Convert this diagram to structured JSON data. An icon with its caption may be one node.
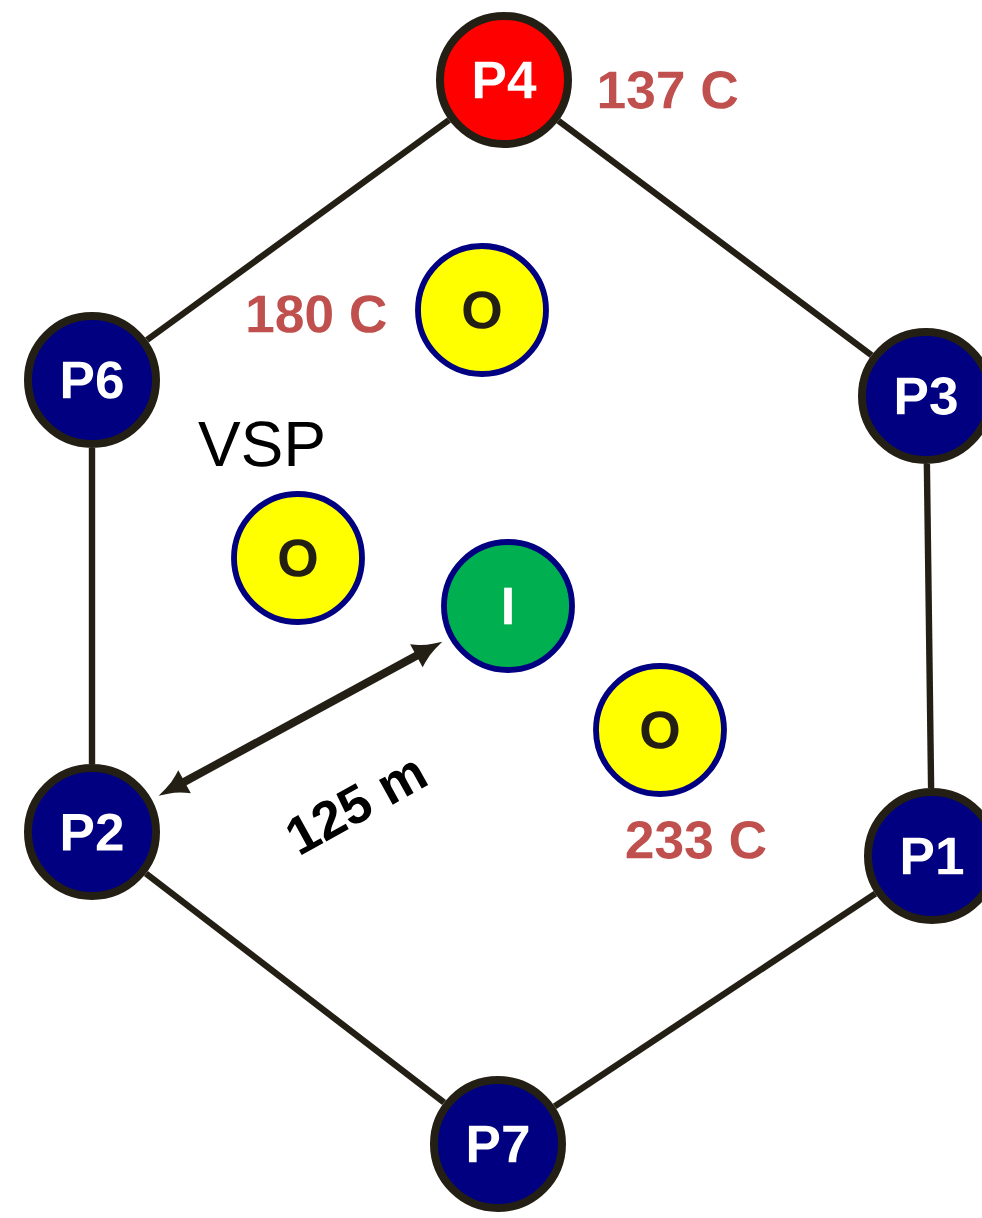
{
  "diagram": {
    "nodes": [
      {
        "text": [
          "P4"
        ],
        "beside": [
          "137 C"
        ]
      },
      {
        "text": [
          "P6"
        ]
      },
      {
        "text": [
          "P3"
        ]
      },
      {
        "text": [
          "O"
        ],
        "beside": [
          "180 C"
        ]
      },
      {
        "text": [
          "O"
        ]
      },
      {
        "text": [
          "I"
        ]
      },
      {
        "text": [
          "O"
        ],
        "beside": [
          "233 C"
        ]
      },
      {
        "text": [
          "P2"
        ]
      },
      {
        "text": [
          "P1"
        ]
      },
      {
        "text": [
          "P7"
        ]
      }
    ],
    "edges": [
      {
        "from": 0,
        "to": 1,
        "arrow": "none"
      },
      {
        "from": 0,
        "to": 2,
        "arrow": "none"
      },
      {
        "from": 1,
        "to": 7,
        "arrow": "none"
      },
      {
        "from": 2,
        "to": 8,
        "arrow": "none"
      },
      {
        "from": 7,
        "to": 9,
        "arrow": "none"
      },
      {
        "from": 8,
        "to": 9,
        "arrow": "none"
      }
    ],
    "labels": [
      "VSP",
      "125 m"
    ]
  }
}
